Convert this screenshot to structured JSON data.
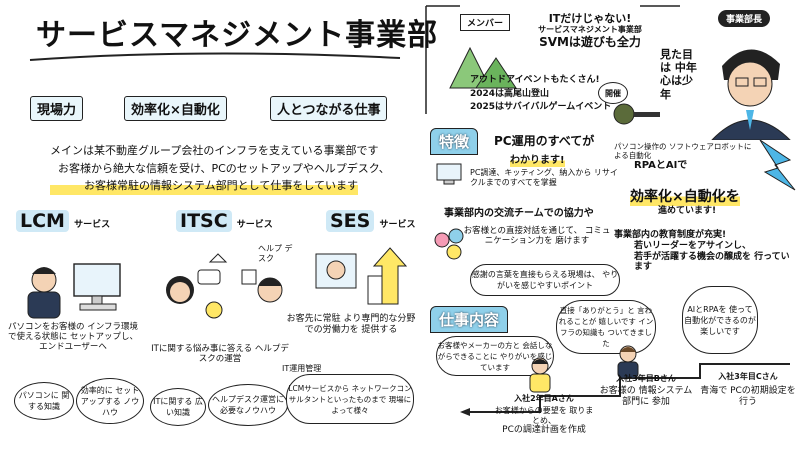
{
  "title": "サービスマネジメント事業部",
  "keywords": [
    "現場力",
    "効率化×自動化",
    "人とつながる仕事"
  ],
  "intro": {
    "line1": "メインは某不動産グループ会社のインフラを支えている事業部です",
    "line2": "お客様から絶大な信頼を受け、PCのセットアップやヘルプデスク、",
    "line3": "お客様常駐の情報システム部門として仕事をしています"
  },
  "services": {
    "lcm": {
      "title": "LCM",
      "suffix": "サービス",
      "desc": "パソコンをお客様の インフラ環境で使える状態に セットアップし、エンドユーザーへ",
      "bubble1": "パソコンに 関する知識",
      "bubble2": "効率的に セットアップする ノウハウ"
    },
    "itsc": {
      "title": "ITSC",
      "suffix": "サービス",
      "helpdesk_label": "ヘルプ デスク",
      "desc": "ITに関する悩み事に答える ヘルプデスクの運営",
      "bubble1": "ITに関する 広い知識",
      "bubble2": "ヘルプデスク運営に 必要なノウハウ"
    },
    "ses": {
      "title": "SES",
      "suffix": "サービス",
      "desc": "お客先に常駐 より専門的な分野での労働力を 提供する",
      "it_label": "IT運用管理",
      "note": "LCMサービスから ネットワークコンサルタントといったものまで 現場によって様々"
    }
  },
  "member_tag": "メンバー",
  "manager_tag": "事業部長",
  "top_right": {
    "line1": "ITだけじゃない!",
    "line2": "サービスマネジメント事業部",
    "line3": "SVMは遊びも全力",
    "events_title": "アウトドアイベントもたくさん!",
    "event1": "2024は高尾山登山",
    "event2": "2025はサバイバルゲームイベント",
    "held": "開催",
    "manager_note": "見た目は 中年 心は少年"
  },
  "features": {
    "label": "特徴",
    "pc_title": "PC運用のすべてが",
    "pc_sub": "わかります!",
    "pc_desc": "PC調達、キッティング、納入から リサイクルまでのすべてを掌握",
    "rpa": "パソコン操作の ソフトウェアロボットによる自動化",
    "rpa2": "RPAとAIで",
    "eff": "効率化×自動化を",
    "eff2": "進めています!",
    "team_title": "事業部内の交流チームでの協力や",
    "team_desc": "お客様との直接対話を通じて、 コミュニケーション力を 磨けます",
    "edu": "事業部内の教育制度が充実!",
    "edu2": "若いリーダーをアサインし、",
    "edu3": "若手が活躍する機会の醸成を 行っています",
    "thanks": "感謝の言葉を直接もらえる現場は、 やりがいを感じやすいポイント"
  },
  "work": {
    "label": "仕事内容",
    "bubble_left": "お客様やメーカーの方と 会話しながらできることに やりがいを感じています",
    "bubble_mid": "直接「ありがとう」と 言われることが 嬉しいです インフラの知識も ついてきました",
    "bubble_right": "AIとRPAを 使って 自動化ができるのが 楽しいです",
    "a_year": "入社2年目Aさん",
    "a_desc1": "お客様からの要望を 取りまとめ、",
    "a_desc2": "PCの調達計画を作成",
    "b_year": "入社3年目Bさん",
    "b_desc": "お客様の 情報システム部門に 参加",
    "c_year": "入社3年目Cさん",
    "c_desc": "青海で PCの初期設定を 行う"
  }
}
